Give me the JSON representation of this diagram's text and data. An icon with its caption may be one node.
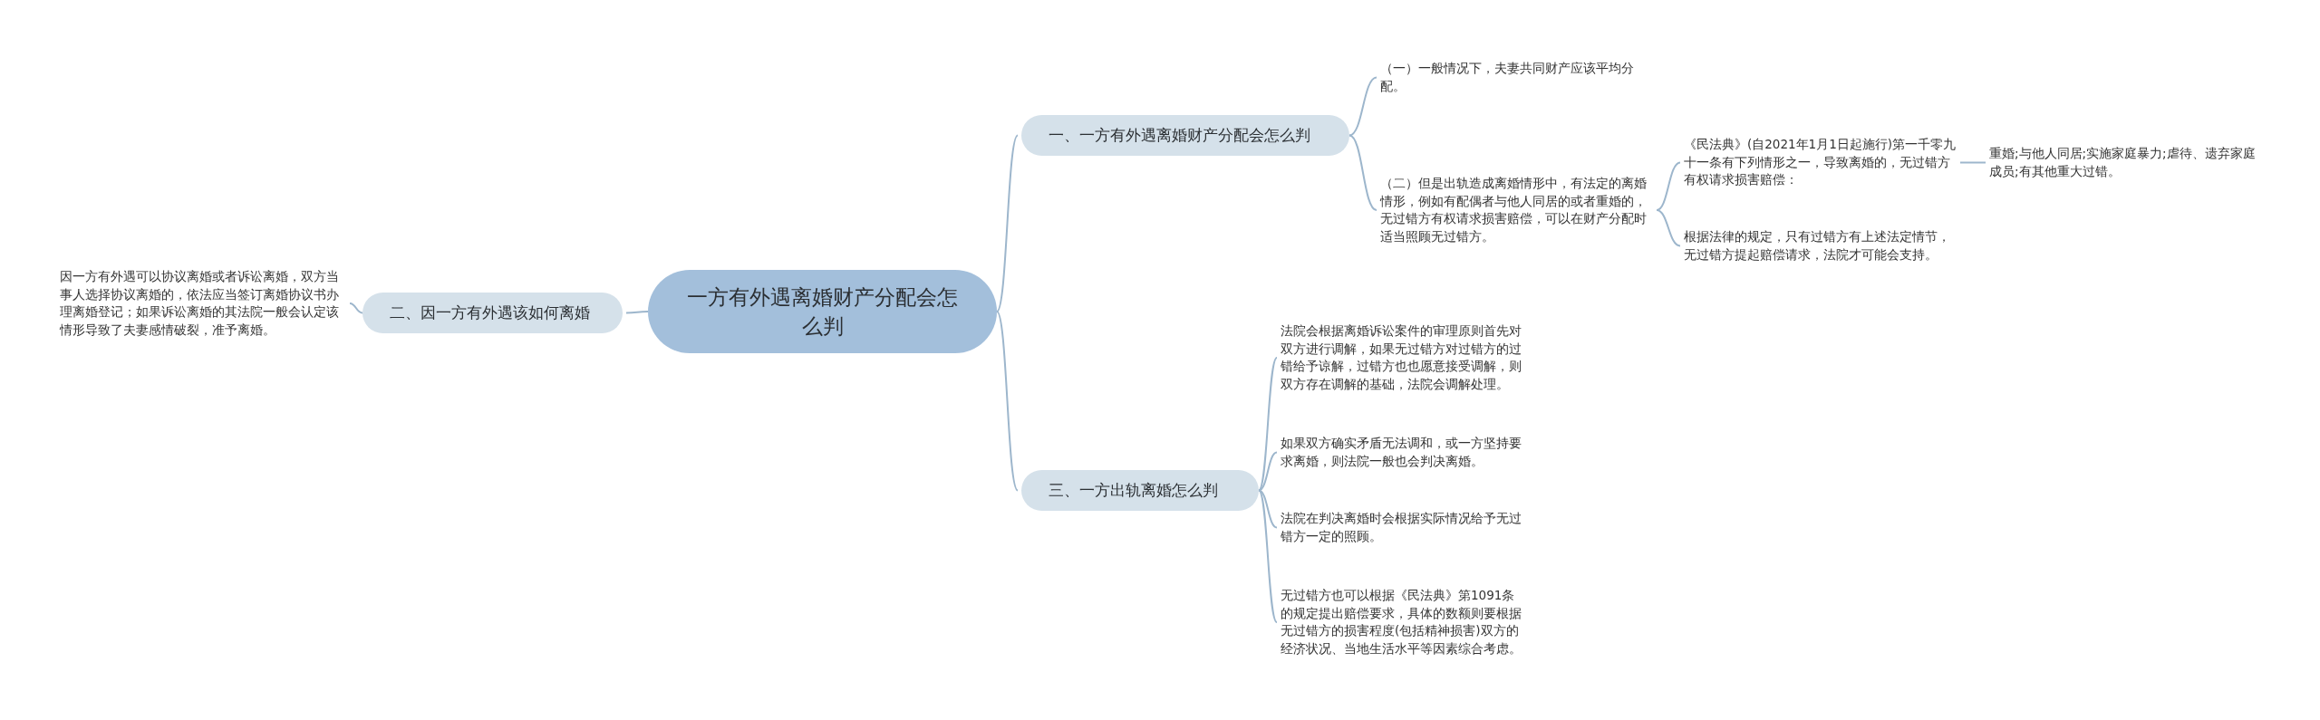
{
  "diagram": {
    "nodes": [
      {
        "text": [
          "一方有外遇离婚财产分配会怎么判"
        ]
      },
      {
        "text": [
          "一、一方有外遇离婚财产分配会怎么判"
        ]
      },
      {
        "text": [
          "（一）一般情况下，夫妻共同财产应该平均分配。"
        ]
      },
      {
        "text": [
          "（二）但是出轨造成离婚情形中，有法定的离婚情形，例如有配偶者与他人同居的或者重婚的，无过错方有权请求损害赔偿，可以在财产分配时适当照顾无过错方。"
        ]
      },
      {
        "text": [
          "《民法典》(自2021年1月1日起施行)第一千零九十一条有下列情形之一，导致离婚的，无过错方有权请求损害赔偿："
        ]
      },
      {
        "text": [
          "重婚;与他人同居;实施家庭暴力;虐待、遗弃家庭成员;有其他重大过错。"
        ]
      },
      {
        "text": [
          "根据法律的规定，只有过错方有上述法定情节，无过错方提起赔偿请求，法院才可能会支持。"
        ]
      },
      {
        "text": [
          "二、因一方有外遇该如何离婚"
        ]
      },
      {
        "text": [
          "因一方有外遇可以协议离婚或者诉讼离婚，双方当事人选择协议离婚的，依法应当签订离婚协议书办理离婚登记；如果诉讼离婚的其法院一般会认定该情形导致了夫妻感情破裂，准予离婚。"
        ]
      },
      {
        "text": [
          "三、一方出轨离婚怎么判"
        ]
      },
      {
        "text": [
          "法院会根据离婚诉讼案件的审理原则首先对双方进行调解，如果无过错方对过错方的过错给予谅解，过错方也也愿意接受调解，则双方存在调解的基础，法院会调解处理。"
        ]
      },
      {
        "text": [
          "如果双方确实矛盾无法调和，或一方坚持要求离婚，则法院一般也会判决离婚。"
        ]
      },
      {
        "text": [
          "法院在判决离婚时会根据实际情况给予无过错方一定的照顾。"
        ]
      },
      {
        "text": [
          "无过错方也可以根据《民法典》第1091条的规定提出赔偿要求，具体的数额则要根据无过错方的损害程度(包括精神损害)双方的经济状况、当地生活水平等因素综合考虑。"
        ]
      }
    ],
    "edges": [
      {
        "from": 0,
        "to": 1,
        "arrow": "none"
      },
      {
        "from": 1,
        "to": 2,
        "arrow": "none"
      },
      {
        "from": 1,
        "to": 3,
        "arrow": "none"
      },
      {
        "from": 3,
        "to": 4,
        "arrow": "none"
      },
      {
        "from": 4,
        "to": 5,
        "arrow": "none"
      },
      {
        "from": 3,
        "to": 6,
        "arrow": "none"
      },
      {
        "from": 0,
        "to": 7,
        "arrow": "none"
      },
      {
        "from": 7,
        "to": 8,
        "arrow": "none"
      },
      {
        "from": 0,
        "to": 9,
        "arrow": "none"
      },
      {
        "from": 9,
        "to": 10,
        "arrow": "none"
      },
      {
        "from": 9,
        "to": 11,
        "arrow": "none"
      },
      {
        "from": 9,
        "to": 12,
        "arrow": "none"
      },
      {
        "from": 9,
        "to": 13,
        "arrow": "none"
      }
    ]
  }
}
